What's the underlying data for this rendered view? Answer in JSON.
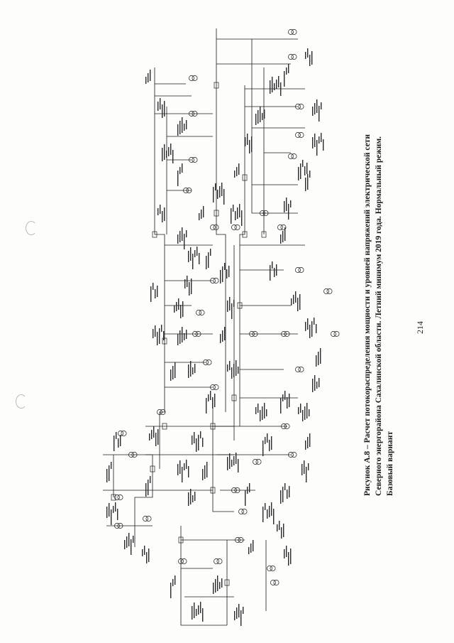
{
  "document": {
    "caption": {
      "line1": "Рисунок А.8 – Расчет потокораспределения мощности и уровней напряжений электрической сети",
      "line2": "Северного энергорайона Сахалинской области. Летний минимум 2019 года. Нормальный режим.",
      "line3": "Базовый вариант"
    },
    "page_number": "214"
  },
  "colors": {
    "ink": "#1a1a1a",
    "paper": "#fdfdfc",
    "hole": "#b8b8b8"
  }
}
